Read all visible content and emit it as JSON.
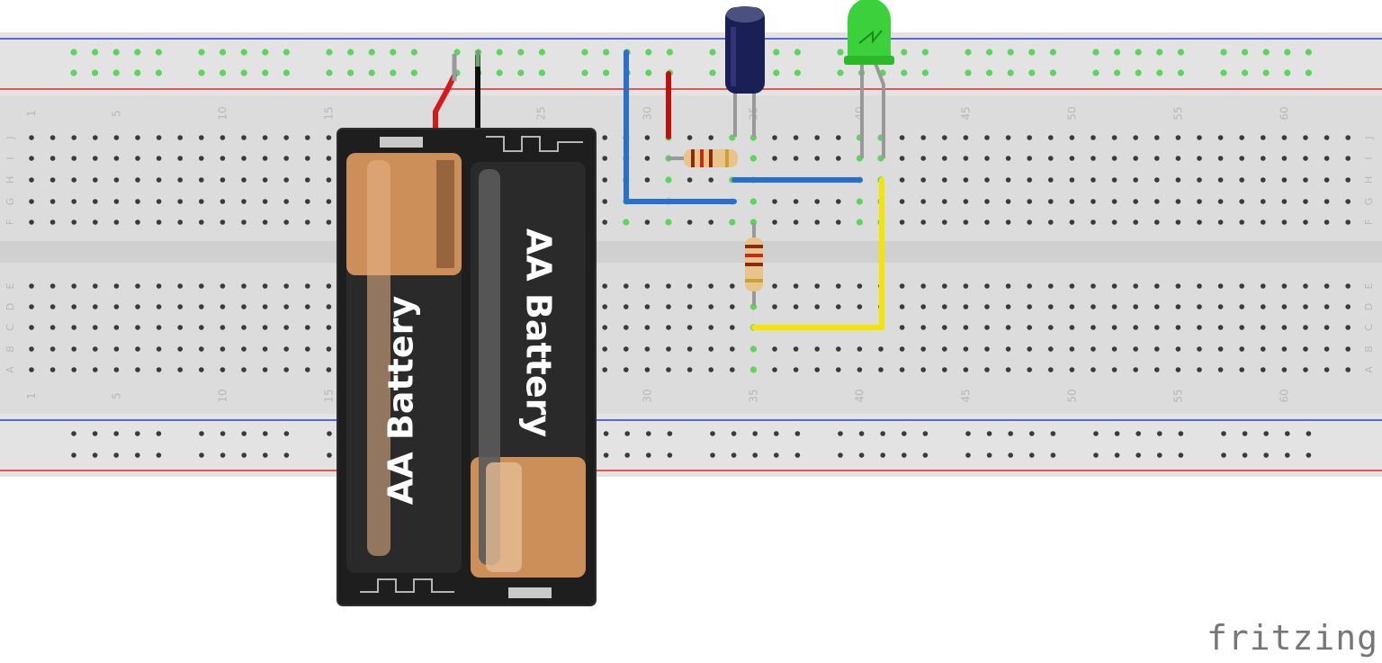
{
  "breadboard": {
    "column_labels": [
      "1",
      "5",
      "10",
      "15",
      "25",
      "30",
      "35",
      "40",
      "45",
      "50",
      "55",
      "60"
    ],
    "row_labels_top": [
      "J",
      "I",
      "H",
      "G",
      "F"
    ],
    "row_labels_bottom": [
      "E",
      "D",
      "C",
      "B",
      "A"
    ],
    "colors": {
      "board": "#dcdcdc",
      "rail_blue": "#2d3fd8",
      "rail_red": "#d82d2d",
      "hole": "#3a3a3a",
      "active_hole": "#5fd35f"
    }
  },
  "battery_holder": {
    "cell_1_label": "AA Battery",
    "cell_2_label": "AA Battery"
  },
  "components": {
    "capacitor": "electrolytic-capacitor",
    "led": "green-led",
    "resistor_1": "resistor",
    "resistor_2": "resistor"
  },
  "wires": {
    "red": "#d41a1a",
    "black": "#111111",
    "blue": "#2a6fd0",
    "yellow": "#f2e600"
  },
  "brand": "fritzing"
}
